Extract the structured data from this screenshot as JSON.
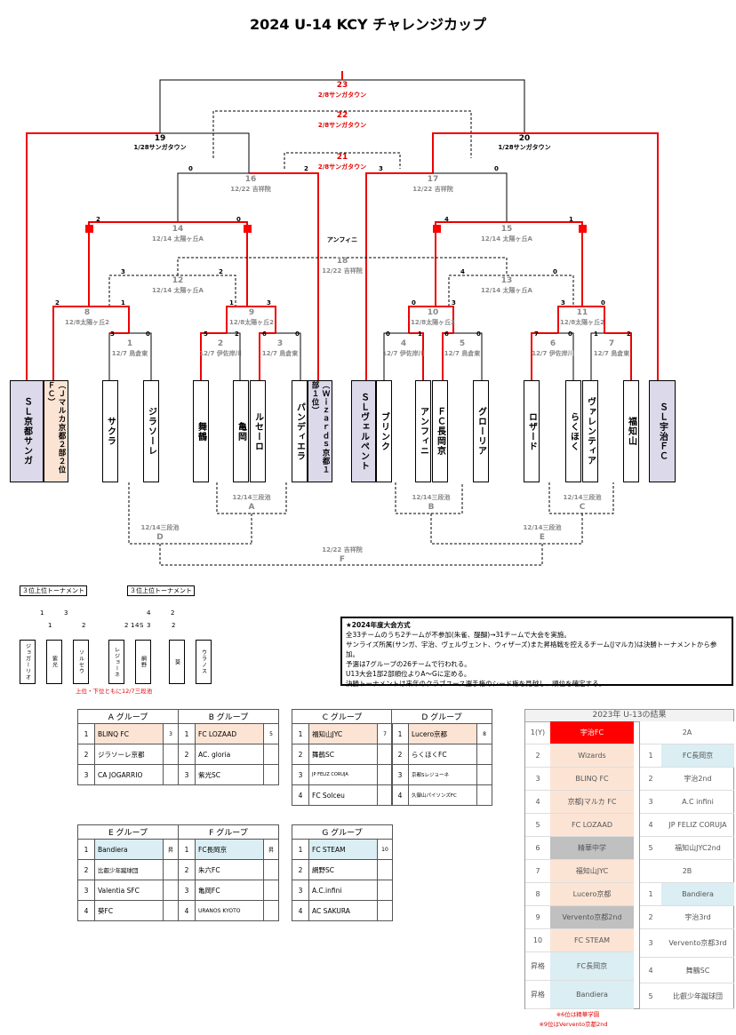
{
  "title": "2024 U-14 KCY チャレンジカップ",
  "matches": {
    "m23": {
      "no": "23",
      "venue": "2/8サンガタウン"
    },
    "m22": {
      "no": "22",
      "venue": "2/8サンガタウン"
    },
    "m21": {
      "no": "21",
      "venue": "2/8サンガタウン",
      "s1": "2",
      "s2": "3"
    },
    "m19": {
      "no": "19",
      "venue": "1/28サンガタウン"
    },
    "m20": {
      "no": "20",
      "venue": "1/28サンガタウン"
    },
    "m16": {
      "no": "16",
      "venue": "12/22 吉祥院",
      "s1": "0"
    },
    "m17": {
      "no": "17",
      "venue": "12/22 吉祥院",
      "s2": "0"
    },
    "m14": {
      "no": "14",
      "venue": "12/14 太陽ヶ丘A",
      "s1": "2",
      "s2": "0"
    },
    "m15": {
      "no": "15",
      "venue": "12/14 太陽ヶ丘A",
      "s1": "4",
      "s2": "1"
    },
    "m18": {
      "no": "18",
      "venue": "12/22 吉祥院",
      "label": "アンフィニ"
    },
    "m12": {
      "no": "12",
      "venue": "12/14 太陽ヶ丘A",
      "s1": "3",
      "s2": "2"
    },
    "m13": {
      "no": "13",
      "venue": "12/14 太陽ヶ丘A",
      "s1": "4",
      "s2": "0"
    },
    "m8": {
      "no": "8",
      "venue": "12/8太陽ヶ丘2",
      "s1": "2",
      "s2": "1"
    },
    "m9": {
      "no": "9",
      "venue": "12/8太陽ヶ丘2",
      "s1": "1",
      "s2": "3"
    },
    "m10": {
      "no": "10",
      "venue": "12/8太陽ヶ丘2",
      "s1": "0",
      "s2": "3"
    },
    "m11": {
      "no": "11",
      "venue": "12/8太陽ヶ丘2",
      "s1": "3",
      "s2": "0"
    },
    "m1": {
      "no": "1",
      "venue": "12/7 鳥倉東",
      "s1": "3",
      "s2": "0"
    },
    "m2": {
      "no": "2",
      "venue": "12/7 伊佐岸川",
      "s1": "5",
      "s2": "2"
    },
    "m3": {
      "no": "3",
      "venue": "12/7 鳥倉東",
      "s1": "6",
      "s2": "0"
    },
    "m4": {
      "no": "4",
      "venue": "12/7 伊佐岸川",
      "s1": "0",
      "s2": "1"
    },
    "m5": {
      "no": "5",
      "venue": "12/7 鳥倉東",
      "s1": "6",
      "s2": "0"
    },
    "m6": {
      "no": "6",
      "venue": "12/7 伊佐岸川",
      "s1": "7",
      "s2": "0"
    },
    "m7": {
      "no": "7",
      "venue": "12/7 鳥倉東",
      "s1": "1",
      "s2": "2"
    }
  },
  "teams": [
    "ＳＬ京都サンガ",
    "（Ｊマルカ京都２部２位ＦＣ）",
    "サクラ",
    "ジラソーレ",
    "舞鶴",
    "亀岡",
    "ルセーロ",
    "パンディエラ",
    "（Ｗｉｚａｒｄｓ京都１部１位）",
    "ＳＬヴェルペント",
    "ブリンク",
    "アンフィニ",
    "ＦＣ長岡京",
    "グローリア",
    "ロザード",
    "らくほく",
    "ヴァレンティア",
    "福知山",
    "ＳＬ宇治ＦＣ"
  ],
  "lower": {
    "a": {
      "venue": "12/14三段池",
      "label": "A"
    },
    "b": {
      "venue": "12/14三段池",
      "label": "B"
    },
    "c": {
      "venue": "12/14三段池",
      "label": "C"
    },
    "d": {
      "venue": "12/14三段池",
      "label": "D"
    },
    "e": {
      "venue": "12/14三段池",
      "label": "E"
    },
    "f": {
      "venue": "12/22 吉祥院",
      "label": "F"
    }
  },
  "mini": {
    "t1": "３位上位トーナメント",
    "t2": "３位上位トーナメント",
    "s": [
      "1",
      "3",
      "1",
      "2",
      "4",
      "2",
      "2",
      "1",
      "4",
      "S",
      "2",
      "3"
    ],
    "teams": [
      "ジョガーリオ",
      "紫光",
      "ソルセウ",
      "レジョーネ",
      "網野",
      "葵",
      "ウラノス"
    ],
    "note": "上位・下位ともに12/7三段池"
  },
  "info": {
    "title": "★2024年度大会方式",
    "lines": [
      "全33チームのうち2チームが不参加(朱雀、醍醐)→31チームで大会を実施。",
      "サンライズ所属(サンガ、宇治、ヴェルヴェント、ウィザーズ)また昇格戦を控えるチーム(Jマルカ)は決勝トーナメントから参加。",
      "予選は7グループの26チームで行われる。",
      "U13大会1部2部順位よりA～Gに定める。",
      "決勝トーナメントは来年のクラブユース選手権のシード権を見越し、順位を確定する。"
    ]
  },
  "groups": {
    "A": {
      "title": "A グループ",
      "rows": [
        [
          "1",
          "BLINQ FC",
          "3"
        ],
        [
          "2",
          "ジラソーレ京都",
          ""
        ],
        [
          "3",
          "CA JOGARRIO",
          ""
        ]
      ]
    },
    "B": {
      "title": "B グループ",
      "rows": [
        [
          "1",
          "FC LOZAAD",
          "5"
        ],
        [
          "2",
          "AC. gloria",
          ""
        ],
        [
          "3",
          "紫光SC",
          ""
        ]
      ]
    },
    "C": {
      "title": "C グループ",
      "rows": [
        [
          "1",
          "福知山JYC",
          "7"
        ],
        [
          "2",
          "舞鶴SC",
          ""
        ],
        [
          "3",
          "JP FELIZ CORUJA",
          ""
        ],
        [
          "4",
          "FC Solceu",
          ""
        ]
      ]
    },
    "D": {
      "title": "D グループ",
      "rows": [
        [
          "1",
          "Lucero京都",
          "8"
        ],
        [
          "2",
          "らくほくFC",
          ""
        ],
        [
          "3",
          "京都Sレジョーネ",
          ""
        ],
        [
          "4",
          "久御山パイソンズFC",
          ""
        ]
      ]
    },
    "E": {
      "title": "E グループ",
      "rows": [
        [
          "1",
          "Bandiera",
          "昇"
        ],
        [
          "2",
          "比叡少年蹴球団",
          ""
        ],
        [
          "3",
          "Valentia SFC",
          ""
        ],
        [
          "4",
          "葵FC",
          ""
        ]
      ]
    },
    "F": {
      "title": "F グループ",
      "rows": [
        [
          "1",
          "FC長岡京",
          "昇"
        ],
        [
          "2",
          "朱六FC",
          ""
        ],
        [
          "3",
          "亀岡FC",
          ""
        ],
        [
          "4",
          "URANOS KYOTO",
          ""
        ]
      ]
    },
    "G": {
      "title": "G グループ",
      "rows": [
        [
          "1",
          "FC STEAM",
          "10"
        ],
        [
          "2",
          "網野SC",
          ""
        ],
        [
          "3",
          "A.C.infini",
          ""
        ],
        [
          "4",
          "AC SAKURA",
          ""
        ]
      ]
    }
  },
  "result": {
    "title": "2023年 U-13の結果",
    "left": [
      [
        "1(Y)",
        "宇治FC"
      ],
      [
        "2",
        "Wizards"
      ],
      [
        "3",
        "BLINQ FC"
      ],
      [
        "4",
        "京都Jマルカ FC"
      ],
      [
        "5",
        "FC LOZAAD"
      ],
      [
        "6",
        "精華中学"
      ],
      [
        "7",
        "福知山JYC"
      ],
      [
        "8",
        "Lucero京都"
      ],
      [
        "9",
        "Vervento京都2nd"
      ],
      [
        "10",
        "FC STEAM"
      ],
      [
        "昇格",
        "FC長岡京"
      ],
      [
        "昇格",
        "Bandiera"
      ]
    ],
    "h2a": "2A",
    "a": [
      [
        "1",
        "FC長岡京"
      ],
      [
        "2",
        "宇治2nd"
      ],
      [
        "3",
        "A.C infini"
      ],
      [
        "4",
        "JP FELIZ CORUJA"
      ],
      [
        "5",
        "福知山JYC2nd"
      ]
    ],
    "h2b": "2B",
    "b": [
      [
        "1",
        "Bandiera"
      ],
      [
        "2",
        "宇治3rd"
      ],
      [
        "3",
        "Vervento京都3rd"
      ],
      [
        "4",
        "舞鶴SC"
      ],
      [
        "5",
        "比叡少年蹴球団"
      ]
    ],
    "notes": [
      "※6位は精華学園",
      "※9位はVervento京都2nd"
    ]
  }
}
